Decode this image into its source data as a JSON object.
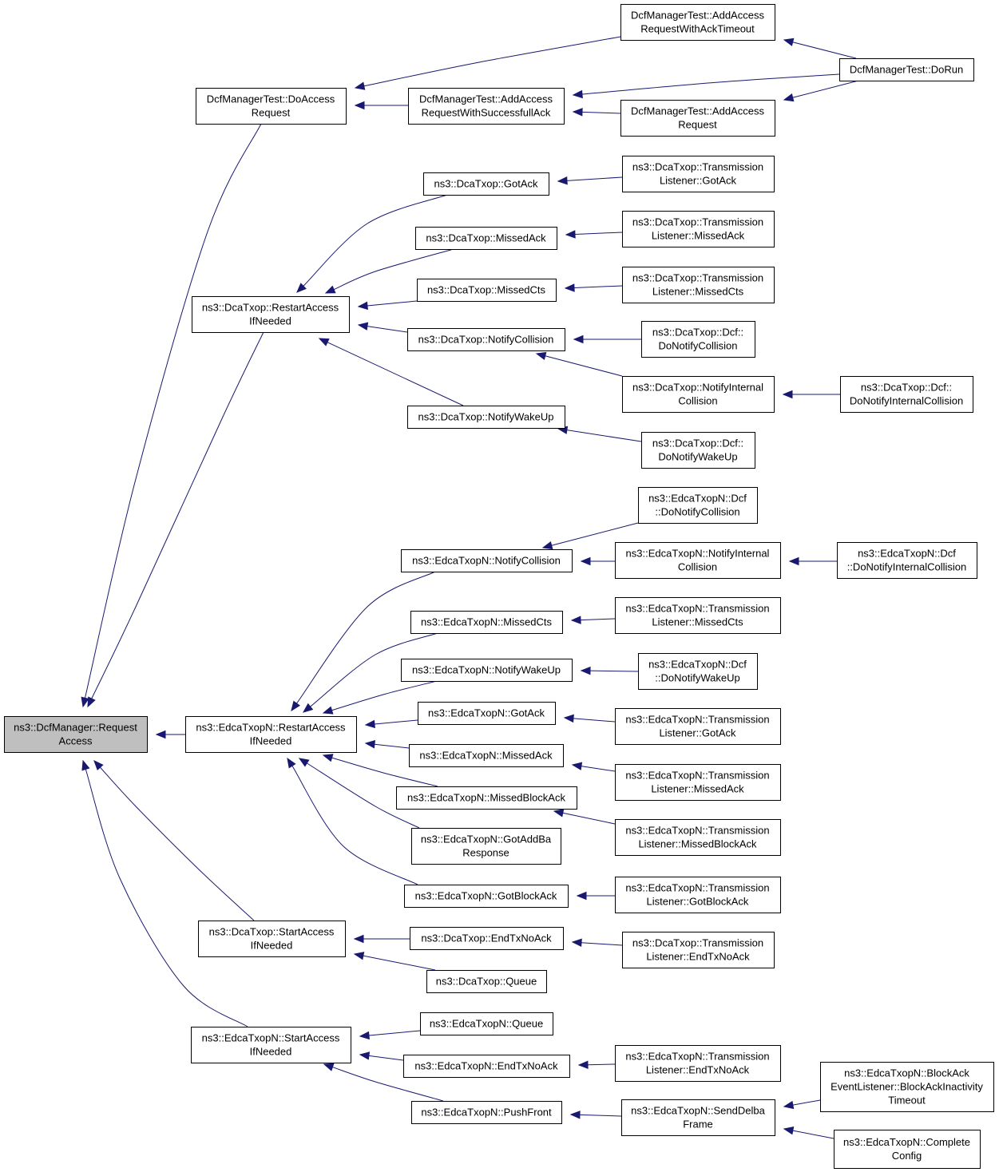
{
  "graph": {
    "nodes": [
      {
        "id": "root",
        "lines": [
          "ns3::DcfManager::Request",
          "Access"
        ],
        "root": true
      },
      {
        "id": "doAccessRequest",
        "lines": [
          "DcfManagerTest::DoAccess",
          "Request"
        ]
      },
      {
        "id": "addAccessReqAckTimeout",
        "lines": [
          "DcfManagerTest::AddAccess",
          "RequestWithAckTimeout"
        ]
      },
      {
        "id": "addAccessReqSuccessfullAck",
        "lines": [
          "DcfManagerTest::AddAccess",
          "RequestWithSuccessfullAck"
        ]
      },
      {
        "id": "addAccessRequest",
        "lines": [
          "DcfManagerTest::AddAccess",
          "Request"
        ]
      },
      {
        "id": "doRun",
        "lines": [
          "DcfManagerTest::DoRun"
        ]
      },
      {
        "id": "dcaRestartAccess",
        "lines": [
          "ns3::DcaTxop::RestartAccess",
          "IfNeeded"
        ]
      },
      {
        "id": "dcaGotAck",
        "lines": [
          "ns3::DcaTxop::GotAck"
        ]
      },
      {
        "id": "dcaMissedAck",
        "lines": [
          "ns3::DcaTxop::MissedAck"
        ]
      },
      {
        "id": "dcaMissedCts",
        "lines": [
          "ns3::DcaTxop::MissedCts"
        ]
      },
      {
        "id": "dcaNotifyCollision",
        "lines": [
          "ns3::DcaTxop::NotifyCollision"
        ]
      },
      {
        "id": "dcaNotifyWakeUp",
        "lines": [
          "ns3::DcaTxop::NotifyWakeUp"
        ]
      },
      {
        "id": "dcaTlGotAck",
        "lines": [
          "ns3::DcaTxop::Transmission",
          "Listener::GotAck"
        ]
      },
      {
        "id": "dcaTlMissedAck",
        "lines": [
          "ns3::DcaTxop::Transmission",
          "Listener::MissedAck"
        ]
      },
      {
        "id": "dcaTlMissedCts",
        "lines": [
          "ns3::DcaTxop::Transmission",
          "Listener::MissedCts"
        ]
      },
      {
        "id": "dcaDcfDoNotifyCollision",
        "lines": [
          "ns3::DcaTxop::Dcf::",
          "DoNotifyCollision"
        ]
      },
      {
        "id": "dcaNotifyInternalCollision",
        "lines": [
          "ns3::DcaTxop::NotifyInternal",
          "Collision"
        ]
      },
      {
        "id": "dcaDcfDoNotifyInternalCollision",
        "lines": [
          "ns3::DcaTxop::Dcf::",
          "DoNotifyInternalCollision"
        ]
      },
      {
        "id": "dcaDcfDoNotifyWakeUp",
        "lines": [
          "ns3::DcaTxop::Dcf::",
          "DoNotifyWakeUp"
        ]
      },
      {
        "id": "edcaRestartAccess",
        "lines": [
          "ns3::EdcaTxopN::RestartAccess",
          "IfNeeded"
        ]
      },
      {
        "id": "edcaNotifyCollision",
        "lines": [
          "ns3::EdcaTxopN::NotifyCollision"
        ]
      },
      {
        "id": "edcaMissedCts",
        "lines": [
          "ns3::EdcaTxopN::MissedCts"
        ]
      },
      {
        "id": "edcaNotifyWakeUp",
        "lines": [
          "ns3::EdcaTxopN::NotifyWakeUp"
        ]
      },
      {
        "id": "edcaGotAck",
        "lines": [
          "ns3::EdcaTxopN::GotAck"
        ]
      },
      {
        "id": "edcaMissedAck",
        "lines": [
          "ns3::EdcaTxopN::MissedAck"
        ]
      },
      {
        "id": "edcaMissedBlockAck",
        "lines": [
          "ns3::EdcaTxopN::MissedBlockAck"
        ]
      },
      {
        "id": "edcaGotAddBaResponse",
        "lines": [
          "ns3::EdcaTxopN::GotAddBa",
          "Response"
        ]
      },
      {
        "id": "edcaGotBlockAck",
        "lines": [
          "ns3::EdcaTxopN::GotBlockAck"
        ]
      },
      {
        "id": "edcaDcfDoNotifyCollision",
        "lines": [
          "ns3::EdcaTxopN::Dcf",
          "::DoNotifyCollision"
        ]
      },
      {
        "id": "edcaNotifyInternalCollision",
        "lines": [
          "ns3::EdcaTxopN::NotifyInternal",
          "Collision"
        ]
      },
      {
        "id": "edcaDcfDoNotifyInternalCollision",
        "lines": [
          "ns3::EdcaTxopN::Dcf",
          "::DoNotifyInternalCollision"
        ]
      },
      {
        "id": "edcaTlMissedCts",
        "lines": [
          "ns3::EdcaTxopN::Transmission",
          "Listener::MissedCts"
        ]
      },
      {
        "id": "edcaDcfDoNotifyWakeUp",
        "lines": [
          "ns3::EdcaTxopN::Dcf",
          "::DoNotifyWakeUp"
        ]
      },
      {
        "id": "edcaTlGotAck",
        "lines": [
          "ns3::EdcaTxopN::Transmission",
          "Listener::GotAck"
        ]
      },
      {
        "id": "edcaTlMissedAck",
        "lines": [
          "ns3::EdcaTxopN::Transmission",
          "Listener::MissedAck"
        ]
      },
      {
        "id": "edcaTlMissedBlockAck",
        "lines": [
          "ns3::EdcaTxopN::Transmission",
          "Listener::MissedBlockAck"
        ]
      },
      {
        "id": "edcaTlGotBlockAck",
        "lines": [
          "ns3::EdcaTxopN::Transmission",
          "Listener::GotBlockAck"
        ]
      },
      {
        "id": "dcaStartAccess",
        "lines": [
          "ns3::DcaTxop::StartAccess",
          "IfNeeded"
        ]
      },
      {
        "id": "dcaEndTxNoAck",
        "lines": [
          "ns3::DcaTxop::EndTxNoAck"
        ]
      },
      {
        "id": "dcaQueue",
        "lines": [
          "ns3::DcaTxop::Queue"
        ]
      },
      {
        "id": "dcaTlEndTxNoAck",
        "lines": [
          "ns3::DcaTxop::Transmission",
          "Listener::EndTxNoAck"
        ]
      },
      {
        "id": "edcaStartAccess",
        "lines": [
          "ns3::EdcaTxopN::StartAccess",
          "IfNeeded"
        ]
      },
      {
        "id": "edcaQueue",
        "lines": [
          "ns3::EdcaTxopN::Queue"
        ]
      },
      {
        "id": "edcaEndTxNoAck",
        "lines": [
          "ns3::EdcaTxopN::EndTxNoAck"
        ]
      },
      {
        "id": "edcaPushFront",
        "lines": [
          "ns3::EdcaTxopN::PushFront"
        ]
      },
      {
        "id": "edcaTlEndTxNoAck",
        "lines": [
          "ns3::EdcaTxopN::Transmission",
          "Listener::EndTxNoAck"
        ]
      },
      {
        "id": "edcaSendDelbaFrame",
        "lines": [
          "ns3::EdcaTxopN::SendDelba",
          "Frame"
        ]
      },
      {
        "id": "edcaBlockAckInactivityTimeout",
        "lines": [
          "ns3::EdcaTxopN::BlockAck",
          "EventListener::BlockAckInactivity",
          "Timeout"
        ]
      },
      {
        "id": "edcaCompleteConfig",
        "lines": [
          "ns3::EdcaTxopN::Complete",
          "Config"
        ]
      }
    ],
    "edges": [
      {
        "from": "doAccessRequest",
        "to": "root"
      },
      {
        "from": "dcaRestartAccess",
        "to": "root"
      },
      {
        "from": "edcaRestartAccess",
        "to": "root"
      },
      {
        "from": "dcaStartAccess",
        "to": "root"
      },
      {
        "from": "edcaStartAccess",
        "to": "root"
      },
      {
        "from": "addAccessReqAckTimeout",
        "to": "doAccessRequest"
      },
      {
        "from": "addAccessReqSuccessfullAck",
        "to": "doAccessRequest"
      },
      {
        "from": "doRun",
        "to": "addAccessReqAckTimeout"
      },
      {
        "from": "doRun",
        "to": "addAccessReqSuccessfullAck"
      },
      {
        "from": "addAccessRequest",
        "to": "addAccessReqSuccessfullAck"
      },
      {
        "from": "doRun",
        "to": "addAccessRequest"
      },
      {
        "from": "dcaGotAck",
        "to": "dcaRestartAccess"
      },
      {
        "from": "dcaMissedAck",
        "to": "dcaRestartAccess"
      },
      {
        "from": "dcaMissedCts",
        "to": "dcaRestartAccess"
      },
      {
        "from": "dcaNotifyCollision",
        "to": "dcaRestartAccess"
      },
      {
        "from": "dcaNotifyWakeUp",
        "to": "dcaRestartAccess"
      },
      {
        "from": "dcaTlGotAck",
        "to": "dcaGotAck"
      },
      {
        "from": "dcaTlMissedAck",
        "to": "dcaMissedAck"
      },
      {
        "from": "dcaTlMissedCts",
        "to": "dcaMissedCts"
      },
      {
        "from": "dcaDcfDoNotifyCollision",
        "to": "dcaNotifyCollision"
      },
      {
        "from": "dcaNotifyInternalCollision",
        "to": "dcaNotifyCollision"
      },
      {
        "from": "dcaDcfDoNotifyInternalCollision",
        "to": "dcaNotifyInternalCollision"
      },
      {
        "from": "dcaDcfDoNotifyWakeUp",
        "to": "dcaNotifyWakeUp"
      },
      {
        "from": "edcaNotifyCollision",
        "to": "edcaRestartAccess"
      },
      {
        "from": "edcaMissedCts",
        "to": "edcaRestartAccess"
      },
      {
        "from": "edcaNotifyWakeUp",
        "to": "edcaRestartAccess"
      },
      {
        "from": "edcaGotAck",
        "to": "edcaRestartAccess"
      },
      {
        "from": "edcaMissedAck",
        "to": "edcaRestartAccess"
      },
      {
        "from": "edcaMissedBlockAck",
        "to": "edcaRestartAccess"
      },
      {
        "from": "edcaGotAddBaResponse",
        "to": "edcaRestartAccess"
      },
      {
        "from": "edcaGotBlockAck",
        "to": "edcaRestartAccess"
      },
      {
        "from": "edcaDcfDoNotifyCollision",
        "to": "edcaNotifyCollision"
      },
      {
        "from": "edcaNotifyInternalCollision",
        "to": "edcaNotifyCollision"
      },
      {
        "from": "edcaDcfDoNotifyInternalCollision",
        "to": "edcaNotifyInternalCollision"
      },
      {
        "from": "edcaTlMissedCts",
        "to": "edcaMissedCts"
      },
      {
        "from": "edcaDcfDoNotifyWakeUp",
        "to": "edcaNotifyWakeUp"
      },
      {
        "from": "edcaTlGotAck",
        "to": "edcaGotAck"
      },
      {
        "from": "edcaTlMissedAck",
        "to": "edcaMissedAck"
      },
      {
        "from": "edcaTlMissedBlockAck",
        "to": "edcaMissedBlockAck"
      },
      {
        "from": "edcaTlGotBlockAck",
        "to": "edcaGotBlockAck"
      },
      {
        "from": "dcaEndTxNoAck",
        "to": "dcaStartAccess"
      },
      {
        "from": "dcaQueue",
        "to": "dcaStartAccess"
      },
      {
        "from": "dcaTlEndTxNoAck",
        "to": "dcaEndTxNoAck"
      },
      {
        "from": "edcaQueue",
        "to": "edcaStartAccess"
      },
      {
        "from": "edcaEndTxNoAck",
        "to": "edcaStartAccess"
      },
      {
        "from": "edcaPushFront",
        "to": "edcaStartAccess"
      },
      {
        "from": "edcaTlEndTxNoAck",
        "to": "edcaEndTxNoAck"
      },
      {
        "from": "edcaSendDelbaFrame",
        "to": "edcaPushFront"
      },
      {
        "from": "edcaBlockAckInactivityTimeout",
        "to": "edcaSendDelbaFrame"
      },
      {
        "from": "edcaCompleteConfig",
        "to": "edcaSendDelbaFrame"
      }
    ]
  },
  "colors": {
    "edge": "#191970",
    "root_fill": "#bfbfbf",
    "node_fill": "#ffffff",
    "node_border": "#000000"
  }
}
